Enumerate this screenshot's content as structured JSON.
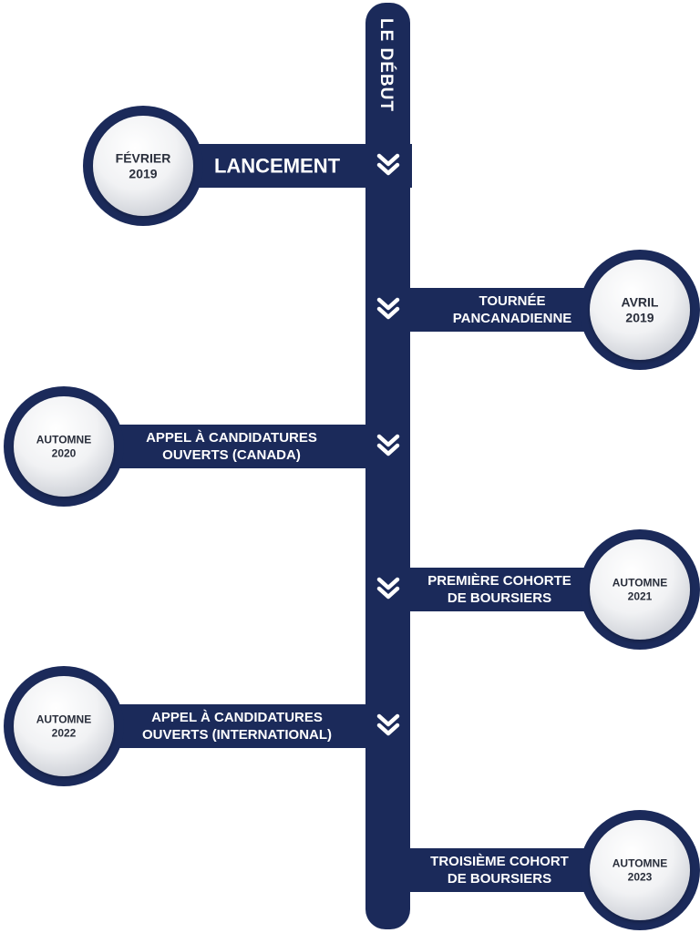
{
  "start_label": "LE DÉBUT",
  "colors": {
    "navy": "#1b2a5a",
    "disc_light": "#ffffff",
    "disc_shade": "#c9ccd3",
    "text_on_navy": "#ffffff",
    "date_text": "#2a2f3c"
  },
  "events": [
    {
      "side": "left",
      "label_lines": [
        "LANCEMENT"
      ],
      "date_lines": [
        "FÉVRIER",
        "2019"
      ],
      "chevron_icon": "chevron-double-down-icon"
    },
    {
      "side": "right",
      "label_lines": [
        "TOURNÉE",
        "PANCANADIENNE"
      ],
      "date_lines": [
        "AVRIL",
        "2019"
      ],
      "chevron_icon": "chevron-double-down-icon"
    },
    {
      "side": "left",
      "label_lines": [
        "APPEL À CANDIDATURES",
        "OUVERTS (CANADA)"
      ],
      "date_lines": [
        "AUTOMNE",
        "2020"
      ],
      "chevron_icon": "chevron-double-down-icon"
    },
    {
      "side": "right",
      "label_lines": [
        "PREMIÈRE COHORTE",
        "DE BOURSIERS"
      ],
      "date_lines": [
        "AUTOMNE",
        "2021"
      ],
      "chevron_icon": "chevron-double-down-icon"
    },
    {
      "side": "left",
      "label_lines": [
        "APPEL À CANDIDATURES",
        "OUVERTS (INTERNATIONAL)"
      ],
      "date_lines": [
        "AUTOMNE",
        "2022"
      ],
      "chevron_icon": "chevron-double-down-icon"
    },
    {
      "side": "right",
      "label_lines": [
        "TROISIÈME COHORT",
        "DE BOURSIERS"
      ],
      "date_lines": [
        "AUTOMNE",
        "2023"
      ],
      "chevron_icon": null
    }
  ]
}
